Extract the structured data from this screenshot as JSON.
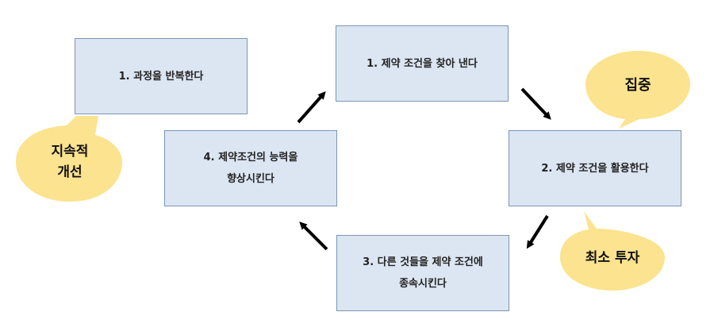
{
  "colors": {
    "box_fill": "#dce6f2",
    "box_border": "#7a95b8",
    "bubble_fill": "#fbe38f",
    "arrow": "#000000"
  },
  "boxes": {
    "repeat": {
      "line1": "1. 과정을 반복한다"
    },
    "find": {
      "line1": "1. 제약 조건을 찾아 낸다"
    },
    "exploit": {
      "line1": "2. 제약 조건을 활용한다"
    },
    "subordinate": {
      "line1": "3. 다른 것들을 제약 조건에",
      "line2": "종속시킨다"
    },
    "elevate": {
      "line1": "4. 제약조건의 능력을",
      "line2": "향상시킨다"
    }
  },
  "bubbles": {
    "focus": {
      "line1": "집중"
    },
    "min_invest": {
      "line1": "최소 투자"
    },
    "continuous": {
      "line1": "지속적",
      "line2": "개선"
    }
  },
  "arrows": [
    "arrow-find-to-exploit",
    "arrow-exploit-to-subordinate",
    "arrow-subordinate-to-elevate",
    "arrow-elevate-to-find"
  ]
}
